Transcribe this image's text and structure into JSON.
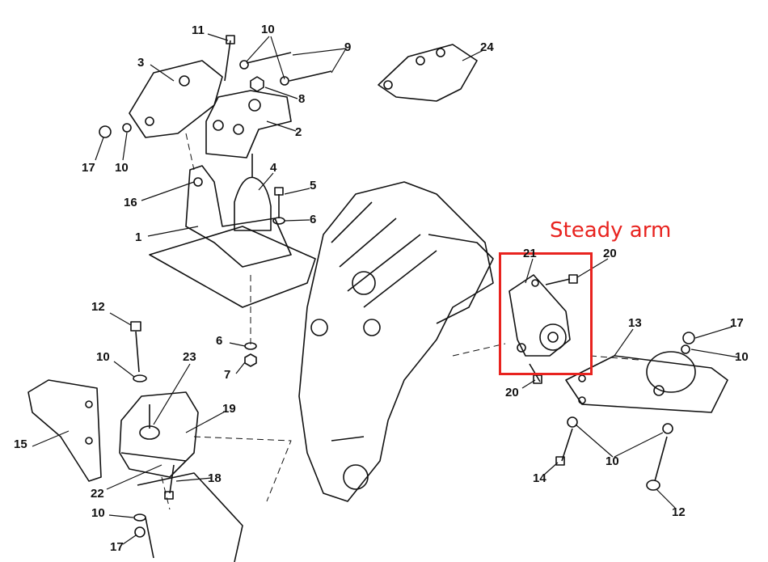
{
  "annotation": {
    "title": "Steady arm",
    "color": "#e8231f"
  },
  "callouts": [
    "11",
    "10",
    "9",
    "24",
    "3",
    "8",
    "2",
    "17",
    "10",
    "4",
    "5",
    "16",
    "6",
    "1",
    "21",
    "20",
    "12",
    "13",
    "17",
    "6",
    "10",
    "23",
    "10",
    "7",
    "20",
    "19",
    "15",
    "10",
    "18",
    "14",
    "22",
    "10",
    "12",
    "17"
  ]
}
